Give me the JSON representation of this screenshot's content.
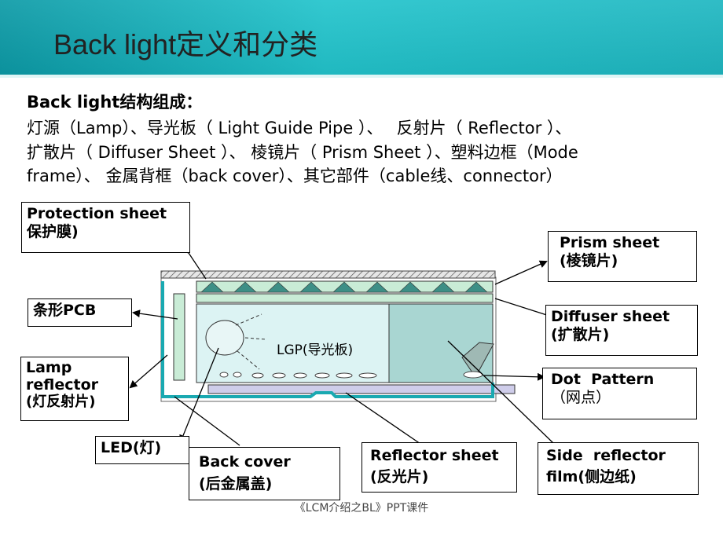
{
  "slide": {
    "title": "Back light定义和分类",
    "subheading": "Back light结构组成：",
    "body_lines": [
      "灯源（Lamp）、导光板（ Light Guide Pipe ）、　 反射片（ Reflector ）、",
      "扩散片（ Diffuser Sheet ）、 棱镜片（ Prism Sheet ）、塑料边框（Mode",
      "frame）、 金属背框（back cover）、其它部件（cable线、connector）"
    ],
    "footer": "《LCM介绍之BL》PPT课件"
  },
  "diagram": {
    "lgp_label": "LGP(导光板)",
    "labels": {
      "protection": [
        "Protection sheet",
        "保护膜)"
      ],
      "prism": [
        "Prism sheet",
        "(棱镜片)"
      ],
      "pcb": [
        "条形PCB"
      ],
      "diffuser": [
        "Diffuser sheet",
        "(扩散片)"
      ],
      "lamp": [
        "Lamp",
        "reflector",
        "(灯反射片)"
      ],
      "dot": [
        "Dot  Pattern",
        "（网点）"
      ],
      "led": [
        "LED(灯)"
      ],
      "back_cover": [
        "Back cover",
        "(后金属盖)"
      ],
      "reflector": [
        "Reflector sheet",
        "(反光片)"
      ],
      "side": [
        "Side  reflector",
        "film(侧边纸)"
      ]
    }
  },
  "colors": {
    "title_band": "#1fb7c1",
    "back_cover_line": "#1aa9b1",
    "film_fill": "#c9ecd6",
    "reflector_fill": "#cfcdea",
    "side_reflector_fill": "#9fb9b4"
  }
}
